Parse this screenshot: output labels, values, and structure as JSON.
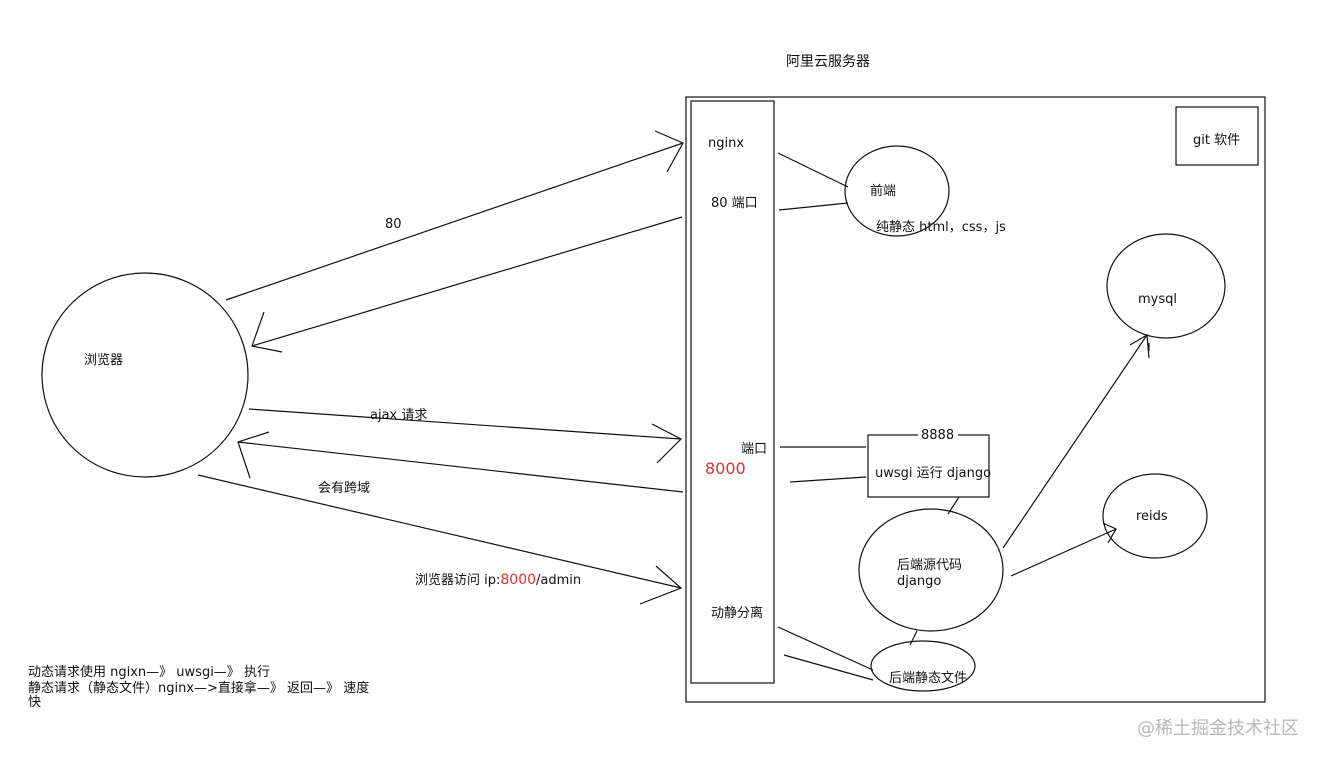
{
  "title": "阿里云服务器",
  "port_80_label": "80",
  "ajax_label": "ajax 请求",
  "cors_label": "会有跨域",
  "admin_prefix": "浏览器访问 ip:",
  "admin_port": "8000",
  "admin_suffix": "/admin",
  "browser": "浏览器",
  "nginx_box": {
    "nginx": "nginx",
    "port80": "80 端口",
    "port_suffix": "端口",
    "port8000": "8000",
    "static_dynamic": "动静分离"
  },
  "git": "git 软件",
  "frontend": {
    "title": "前端",
    "desc": "纯静态 html，css，js"
  },
  "mysql": "mysql",
  "uwsgi": {
    "port": "8888",
    "label": "uwsgi 运行 django"
  },
  "redis": "reids",
  "backend_code": {
    "line1": "后端源代码",
    "line2": "django"
  },
  "backend_static": "后端静态文件",
  "notes": {
    "line1": "动态请求使用 ngixn—》 uwsgi—》 执行",
    "line2": "静态请求（静态文件）nginx—>直接拿—》 返回—》 速度",
    "line3": "快"
  },
  "watermark": "@稀土掘金技术社区"
}
